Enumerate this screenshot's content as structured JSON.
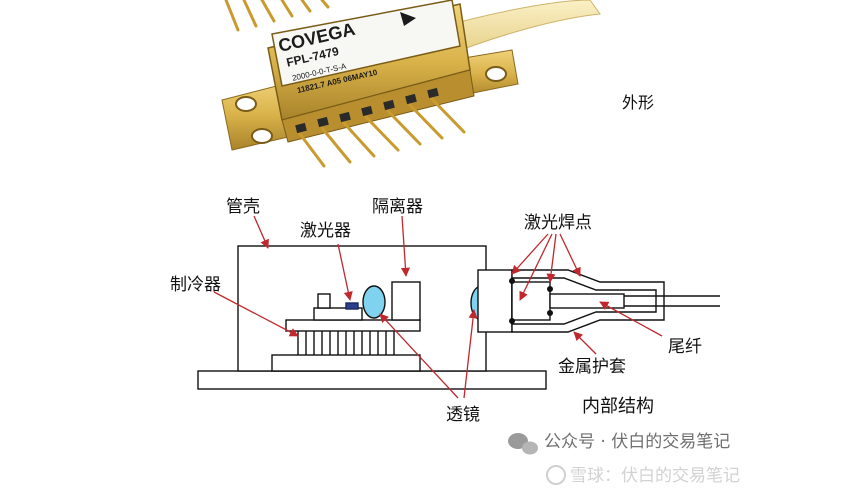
{
  "product": {
    "brand": "COVEGA",
    "model": "FPL-7479",
    "code_line": "2000-0-0-T-S-A",
    "serial_line": "11821.7   A05 06MAY10"
  },
  "labels": {
    "exterior": "外形",
    "housing": "管壳",
    "laser": "激光器",
    "isolator": "隔离器",
    "cooler": "制冷器",
    "weld_points": "激光焊点",
    "pigtail": "尾纤",
    "metal_sleeve": "金属护套",
    "lens": "透镜",
    "internal_structure": "内部结构"
  },
  "watermarks": {
    "wechat": "公众号 · 伏白的交易笔记",
    "xueqiu": "雪球：伏白的交易笔记"
  },
  "colors": {
    "gold": "#d9b24a",
    "gold_dark": "#9c7a22",
    "fiber": "#f1dfa0",
    "arrow": "#c0282d",
    "lens": "#7fd3ef"
  }
}
